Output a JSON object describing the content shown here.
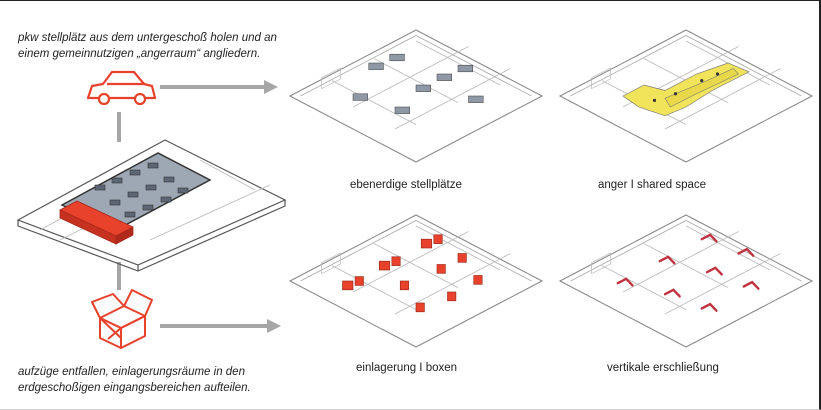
{
  "captions": {
    "top_line1": "pkw stellplätz aus dem untergeschoß holen und an",
    "top_line2": "einem gemeinnutzigen „angerraum“ angliedern.",
    "bottom_line1": "aufzüge entfallen, einlagerungsräume in den",
    "bottom_line2": "erdgeschoßigen eingangsbereichen aufteilen."
  },
  "panels": {
    "p1": "ebenerdige stellplätze",
    "p2": "anger I shared space",
    "p3": "einlagerung I boxen",
    "p4": "vertikale erschließung"
  },
  "icons": {
    "car": "car-icon",
    "box": "open-box-icon"
  },
  "colors": {
    "accent_red": "#e8412c",
    "shared_yellow": "#f1e35a",
    "connector_gray": "#a6a6a6",
    "line_gray": "#8a8a8a"
  }
}
